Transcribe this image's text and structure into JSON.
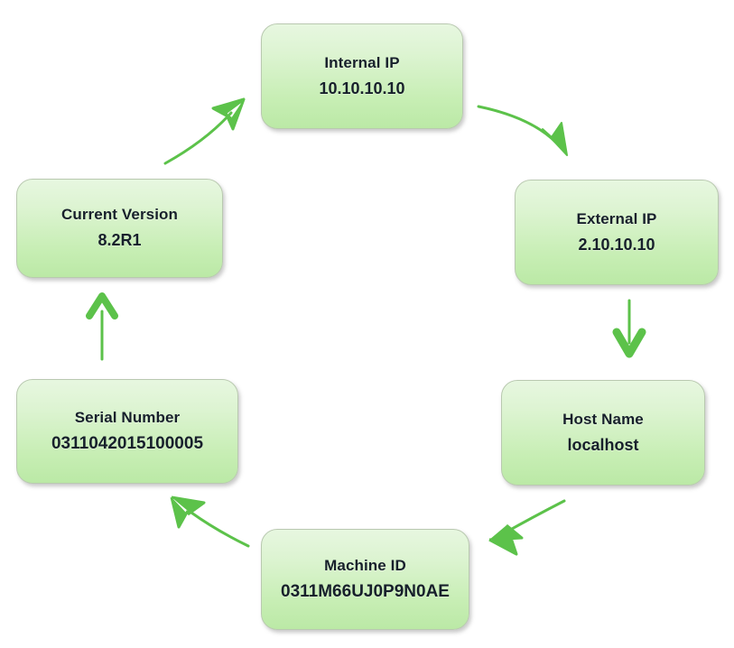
{
  "diagram": {
    "type": "cycle",
    "accent_color": "#5cc24a",
    "node_fill_top": "#e7f7e0",
    "node_fill_bottom": "#bbe9a6",
    "node_border_color": "#b9c9b0",
    "text_color": "#17202b",
    "nodes": [
      {
        "id": "internal-ip",
        "title": "Internal IP",
        "value": "10.10.10.10"
      },
      {
        "id": "external-ip",
        "title": "External IP",
        "value": "2.10.10.10"
      },
      {
        "id": "host-name",
        "title": "Host Name",
        "value": "localhost"
      },
      {
        "id": "machine-id",
        "title": "Machine ID",
        "value": "0311M66UJ0P9N0AE"
      },
      {
        "id": "serial-number",
        "title": "Serial Number",
        "value": "0311042015100005"
      },
      {
        "id": "current-version",
        "title": "Current Version",
        "value": "8.2R1"
      }
    ],
    "arrows": [
      {
        "id": "internal-ip-to-external-ip",
        "from": "internal-ip",
        "to": "external-ip",
        "shape": "curved"
      },
      {
        "id": "external-ip-to-host-name",
        "from": "external-ip",
        "to": "host-name",
        "shape": "straight"
      },
      {
        "id": "host-name-to-machine-id",
        "from": "host-name",
        "to": "machine-id",
        "shape": "curved"
      },
      {
        "id": "machine-id-to-serial-number",
        "from": "machine-id",
        "to": "serial-number",
        "shape": "curved"
      },
      {
        "id": "serial-number-to-current-version",
        "from": "serial-number",
        "to": "current-version",
        "shape": "straight"
      },
      {
        "id": "current-version-to-internal-ip",
        "from": "current-version",
        "to": "internal-ip",
        "shape": "curved"
      }
    ]
  }
}
